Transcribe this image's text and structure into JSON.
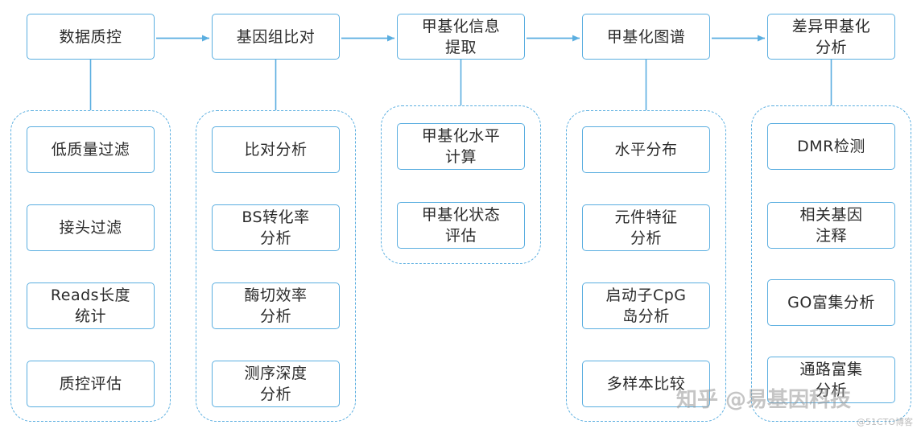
{
  "stages": [
    {
      "title": "数据质控",
      "steps": [
        "低质量过滤",
        "接头过滤",
        "Reads长度\n统计",
        "质控评估"
      ]
    },
    {
      "title": "基因组比对",
      "steps": [
        "比对分析",
        "BS转化率\n分析",
        "酶切效率\n分析",
        "测序深度\n分析"
      ]
    },
    {
      "title": "甲基化信息\n提取",
      "steps": [
        "甲基化水平\n计算",
        "甲基化状态\n评估"
      ]
    },
    {
      "title": "甲基化图谱",
      "steps": [
        "水平分布",
        "元件特征\n分析",
        "启动子CpG\n岛分析",
        "多样本比较"
      ]
    },
    {
      "title": "差异甲基化\n分析",
      "steps": [
        "DMR检测",
        "相关基因\n注释",
        "GO富集分析",
        "通路富集\n分析"
      ]
    }
  ],
  "colors": {
    "border": "#5aaee0",
    "text": "#2b2b2b"
  },
  "watermark": {
    "main": "知乎 @易基因科技",
    "sub": "@51CTO博客"
  }
}
